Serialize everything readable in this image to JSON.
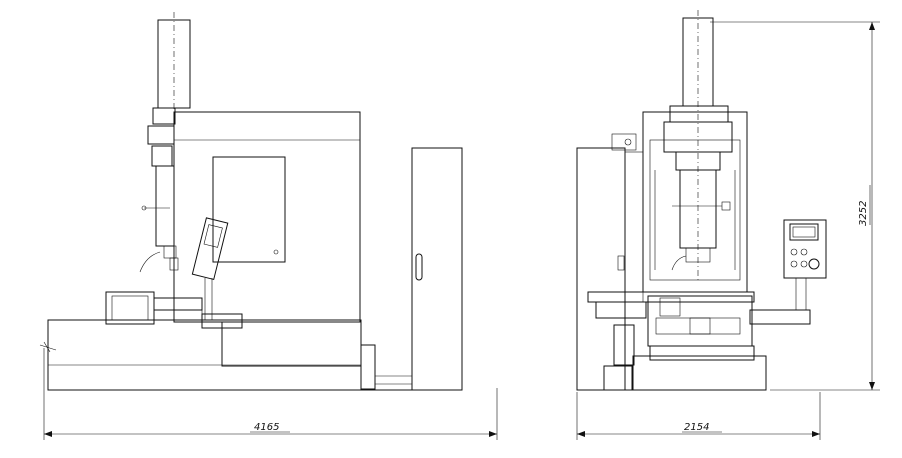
{
  "drawing": {
    "views": [
      "side-view",
      "front-view"
    ],
    "dimensions": {
      "overall_length": "4165",
      "overall_width": "2154",
      "overall_height": "3252"
    }
  },
  "colors": {
    "line": "#111111",
    "background": "#ffffff"
  }
}
